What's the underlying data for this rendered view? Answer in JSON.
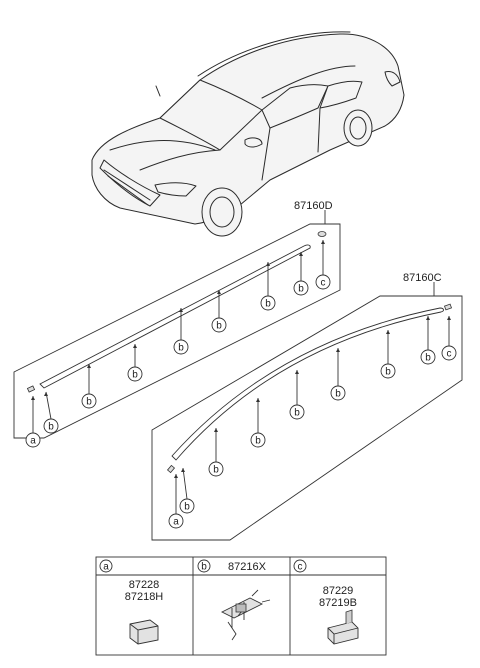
{
  "assemblies": {
    "upper": {
      "part_no": "87160D"
    },
    "lower": {
      "part_no": "87160C"
    }
  },
  "callouts": {
    "a": "a",
    "b": "b",
    "c": "c"
  },
  "legend": {
    "a": {
      "letter": "a",
      "parts": [
        "87228",
        "87218H"
      ]
    },
    "b": {
      "letter": "b",
      "parts": [
        "87216X"
      ]
    },
    "c": {
      "letter": "c",
      "parts": [
        "87229",
        "87219B"
      ]
    }
  }
}
